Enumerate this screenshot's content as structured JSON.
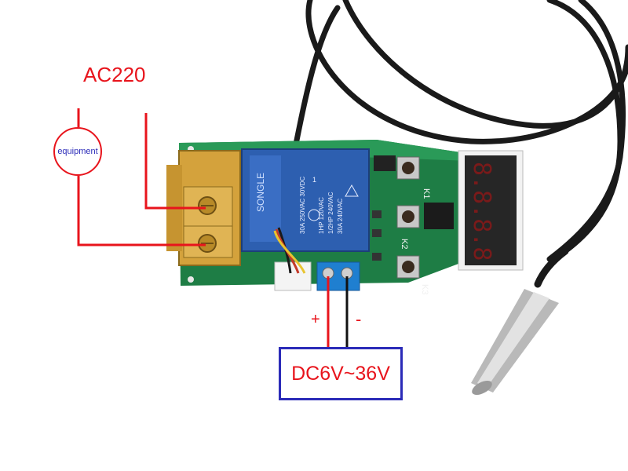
{
  "labels": {
    "ac": "AC220",
    "equipment": "equipment",
    "plus": "+",
    "minus": "-",
    "dc": "DC6V~36V"
  },
  "board": {
    "relay_brand": "SONGLE",
    "relay_rating_1": "30A 250VAC 30VDC",
    "relay_rating_2": "1HP 120VAC",
    "relay_rating_3": "1/2HP 240VAC",
    "relay_rating_4": "30A 240VAC",
    "relay_model": "1",
    "button_1": "K1",
    "button_2": "K2",
    "button_3": "K3",
    "display_digits": "8.8.8.8"
  },
  "colors": {
    "wire_red": "#e8141c",
    "box_blue": "#2b2bb8",
    "pcb_green": "#1e7d45",
    "relay_blue": "#2d5fb0",
    "terminal_gold": "#d4a23c",
    "cable_black": "#1a1a1a"
  }
}
